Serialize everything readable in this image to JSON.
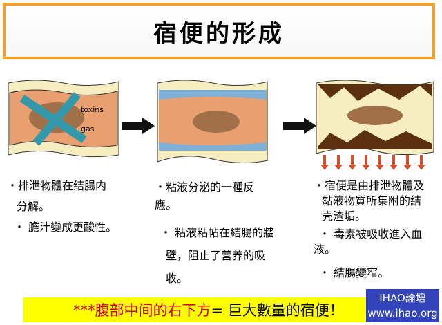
{
  "title": "宿便的形成",
  "panel1": {
    "label_toxins": "toxins",
    "label_gas": "gas",
    "lines": [
      "・排泄物體在结腸内",
      "分解。",
      "・ 膽汁變成更酸性。"
    ]
  },
  "panel2": {
    "lines": [
      "・粘液分泌的一種反",
      "應。",
      "・ 粘液粘帖在結腸的牆",
      "壁，阻止了营养的吸",
      "收。"
    ]
  },
  "panel3": {
    "lines": [
      "・宿便是由排泄物體及",
      "黏液物質所集附的結",
      "壳渣垢。",
      "・ 毒素被吸收進入血",
      "液。",
      "・ 結腸變窄。"
    ]
  },
  "banner": {
    "red_text": "***腹部中间的右下方",
    "black_text": " = 巨大數量的宿便！"
  },
  "watermark": {
    "line1": "IHAO論壇",
    "line2": "www.ihao.org"
  }
}
